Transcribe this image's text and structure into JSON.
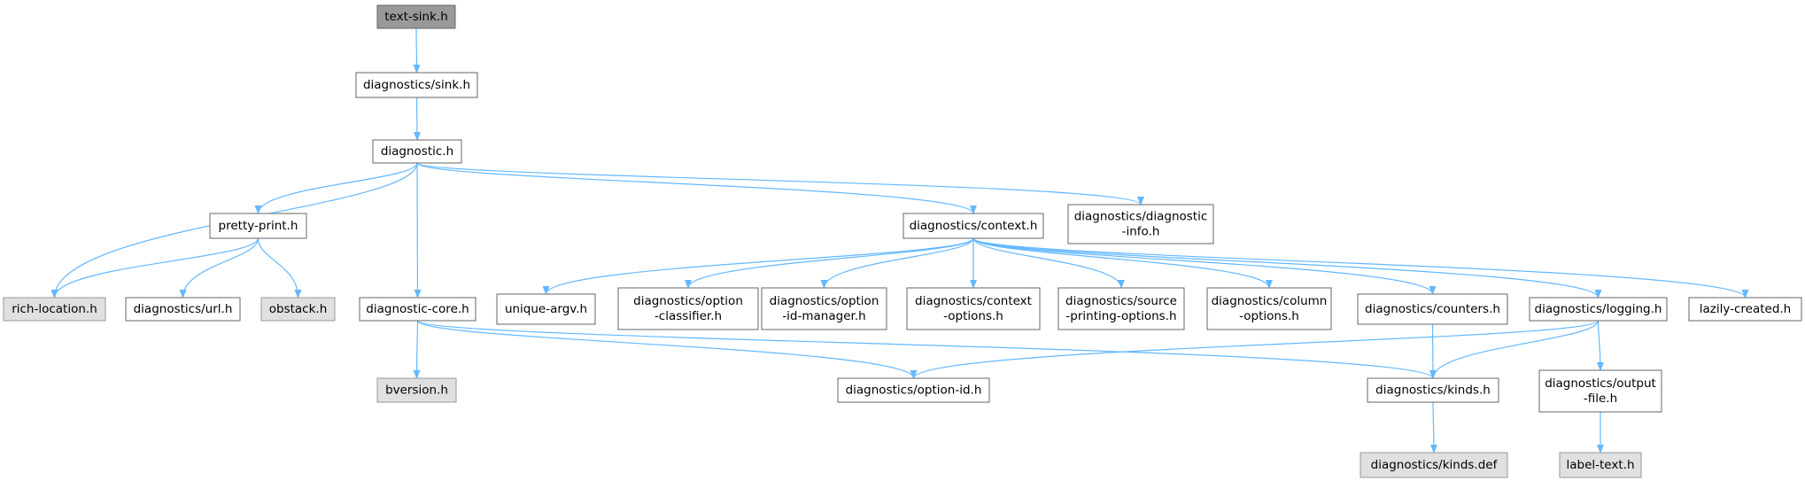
{
  "colors": {
    "edge": "#63b8ff",
    "node_border": "#666666",
    "node_fill": "#ffffff",
    "root_fill": "#999999",
    "external_fill": "#e0e0e0",
    "external_border": "#999999"
  },
  "nodes": [
    {
      "id": "text_sink",
      "lines": [
        "text-sink.h"
      ],
      "kind": "root"
    },
    {
      "id": "diag_sink",
      "lines": [
        "diagnostics/sink.h"
      ],
      "kind": "normal"
    },
    {
      "id": "diagnostic",
      "lines": [
        "diagnostic.h"
      ],
      "kind": "normal"
    },
    {
      "id": "pretty_print",
      "lines": [
        "pretty-print.h"
      ],
      "kind": "normal"
    },
    {
      "id": "diag_context",
      "lines": [
        "diagnostics/context.h"
      ],
      "kind": "normal"
    },
    {
      "id": "diag_diaginfo",
      "lines": [
        "diagnostics/diagnostic",
        "-info.h"
      ],
      "kind": "normal"
    },
    {
      "id": "rich_location",
      "lines": [
        "rich-location.h"
      ],
      "kind": "external"
    },
    {
      "id": "diag_url",
      "lines": [
        "diagnostics/url.h"
      ],
      "kind": "normal"
    },
    {
      "id": "obstack",
      "lines": [
        "obstack.h"
      ],
      "kind": "external"
    },
    {
      "id": "diag_core",
      "lines": [
        "diagnostic-core.h"
      ],
      "kind": "normal"
    },
    {
      "id": "unique_argv",
      "lines": [
        "unique-argv.h"
      ],
      "kind": "normal"
    },
    {
      "id": "opt_classifier",
      "lines": [
        "diagnostics/option",
        "-classifier.h"
      ],
      "kind": "normal"
    },
    {
      "id": "opt_idmgr",
      "lines": [
        "diagnostics/option",
        "-id-manager.h"
      ],
      "kind": "normal"
    },
    {
      "id": "ctx_options",
      "lines": [
        "diagnostics/context",
        "-options.h"
      ],
      "kind": "normal"
    },
    {
      "id": "src_printing",
      "lines": [
        "diagnostics/source",
        "-printing-options.h"
      ],
      "kind": "normal"
    },
    {
      "id": "col_options",
      "lines": [
        "diagnostics/column",
        "-options.h"
      ],
      "kind": "normal"
    },
    {
      "id": "counters",
      "lines": [
        "diagnostics/counters.h"
      ],
      "kind": "normal"
    },
    {
      "id": "logging",
      "lines": [
        "diagnostics/logging.h"
      ],
      "kind": "normal"
    },
    {
      "id": "lazily",
      "lines": [
        "lazily-created.h"
      ],
      "kind": "normal"
    },
    {
      "id": "bversion",
      "lines": [
        "bversion.h"
      ],
      "kind": "external"
    },
    {
      "id": "option_id",
      "lines": [
        "diagnostics/option-id.h"
      ],
      "kind": "normal"
    },
    {
      "id": "kinds_h",
      "lines": [
        "diagnostics/kinds.h"
      ],
      "kind": "normal"
    },
    {
      "id": "output_file",
      "lines": [
        "diagnostics/output",
        "-file.h"
      ],
      "kind": "normal"
    },
    {
      "id": "kinds_def",
      "lines": [
        "diagnostics/kinds.def"
      ],
      "kind": "external"
    },
    {
      "id": "label_text",
      "lines": [
        "label-text.h"
      ],
      "kind": "external"
    }
  ],
  "edges": [
    [
      "text_sink",
      "diag_sink"
    ],
    [
      "diag_sink",
      "diagnostic"
    ],
    [
      "diagnostic",
      "rich_location"
    ],
    [
      "diagnostic",
      "pretty_print"
    ],
    [
      "diagnostic",
      "diag_core"
    ],
    [
      "diagnostic",
      "diag_context"
    ],
    [
      "diagnostic",
      "diag_diaginfo"
    ],
    [
      "pretty_print",
      "rich_location"
    ],
    [
      "pretty_print",
      "diag_url"
    ],
    [
      "pretty_print",
      "obstack"
    ],
    [
      "diag_core",
      "bversion"
    ],
    [
      "diag_core",
      "option_id"
    ],
    [
      "diag_core",
      "kinds_h"
    ],
    [
      "diag_context",
      "unique_argv"
    ],
    [
      "diag_context",
      "opt_classifier"
    ],
    [
      "diag_context",
      "opt_idmgr"
    ],
    [
      "diag_context",
      "ctx_options"
    ],
    [
      "diag_context",
      "src_printing"
    ],
    [
      "diag_context",
      "col_options"
    ],
    [
      "diag_context",
      "counters"
    ],
    [
      "diag_context",
      "logging"
    ],
    [
      "diag_context",
      "lazily"
    ],
    [
      "counters",
      "kinds_h"
    ],
    [
      "logging",
      "option_id"
    ],
    [
      "logging",
      "kinds_h"
    ],
    [
      "logging",
      "output_file"
    ],
    [
      "kinds_h",
      "kinds_def"
    ],
    [
      "output_file",
      "label_text"
    ]
  ]
}
